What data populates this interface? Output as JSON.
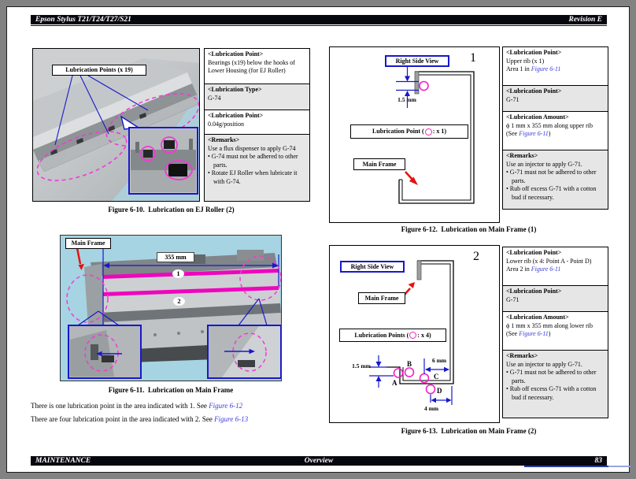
{
  "header": {
    "title": "Epson Stylus T21/T24/T27/S21",
    "revision": "Revision E"
  },
  "footer": {
    "left": "MAINTENANCE",
    "center": "Overview",
    "page_number": "83"
  },
  "colors": {
    "magenta": "#f520c5",
    "diagram_blue": "#1818cc",
    "link_blue": "#3a3ad6",
    "arrow_red": "#e51212",
    "shade_grey": "#e6e6e6",
    "bar_black": "#07070f"
  },
  "fig10": {
    "points_label": "Lubrication Points (x 19)",
    "caption": "Figure 6-10.  Lubrication on EJ Roller (2)",
    "table": {
      "s1": {
        "header": "<Lubrication Point>",
        "line1": "Bearings (x19) below the hooks of Lower Housing (for EJ Roller)"
      },
      "s2": {
        "header": "<Lubrication Type>",
        "line1": "G-74"
      },
      "s3": {
        "header": "<Lubrication Point>",
        "line1": "0.04g/position"
      },
      "s4": {
        "header": "<Remarks>",
        "line1": "Use a flux dispenser to apply G-74",
        "b1": "• G-74 must not be adhered to other parts.",
        "b2": "• Rotate EJ Roller when lubricate it with G-74."
      }
    }
  },
  "fig11": {
    "main_frame": "Main Frame",
    "dim_355": "355 mm",
    "area1": "1",
    "area2": "2",
    "caption": "Figure 6-11.  Lubrication on Main Frame"
  },
  "para": {
    "line1_text": "There is one lubrication point in the area indicated with 1. See ",
    "line1_link": "Figure 6-12",
    "line2_text": "There are four lubrication point in the area indicated with 2. See ",
    "line2_link": "Figure 6-13"
  },
  "fig12": {
    "num": "1",
    "side_view": "Right Side View",
    "main_frame": "Main Frame",
    "dim_15": "1.5 mm",
    "lube_pre": "Lubrication Point (",
    "lube_suf": ": x 1)",
    "caption": "Figure 6-12.  Lubrication on Main Frame (1)",
    "table": {
      "s1": {
        "header": "<Lubrication Point>",
        "line1": "Upper rib (x 1)",
        "line2_pre": "Area 1 in ",
        "line2_link": "Figure 6-11"
      },
      "s2": {
        "header": "<Lubrication Point>",
        "line1": "G-71"
      },
      "s3": {
        "header": "<Lubrication Amount>",
        "line1": "ϕ 1 mm x 355 mm along upper rib",
        "line2_pre": "(See ",
        "line2_link": "Figure 6-11",
        "line2_suf": ")"
      },
      "s4": {
        "header": "<Remarks>",
        "line1": "Use an injector to apply G-71.",
        "b1": "• G-71 must not be adhered to other parts.",
        "b2": "• Rub off excess G-71 with a cotton bud if necessary."
      }
    }
  },
  "fig13": {
    "num": "2",
    "side_view": "Right Side View",
    "main_frame": "Main Frame",
    "lube_pre": "Lubrication Points (",
    "lube_suf": ": x 4)",
    "dim_15": "1.5 mm",
    "dim_6": "6 mm",
    "dim_4": "4 mm",
    "pt_a": "A",
    "pt_b": "B",
    "pt_c": "C",
    "pt_d": "D",
    "caption": "Figure 6-13.  Lubrication on Main Frame (2)",
    "table": {
      "s1": {
        "header": "<Lubrication Point>",
        "line1": "Lower rib (x 4: Point A - Point D)",
        "line2_pre": "Area 2 in ",
        "line2_link": "Figure 6-11"
      },
      "s2": {
        "header": "<Lubrication Point>",
        "line1": "G-71"
      },
      "s3": {
        "header": "<Lubrication Amount>",
        "line1": "ϕ 1 mm x 355 mm along lower rib",
        "line2_pre": "(See ",
        "line2_link": "Figure 6-11",
        "line2_suf": ")"
      },
      "s4": {
        "header": "<Remarks>",
        "line1": "Use an injector to apply G-71.",
        "b1": "• G-71 must not be adhered to other parts.",
        "b2": "• Rub off excess G-71 with a cotton bud if necessary."
      }
    }
  }
}
